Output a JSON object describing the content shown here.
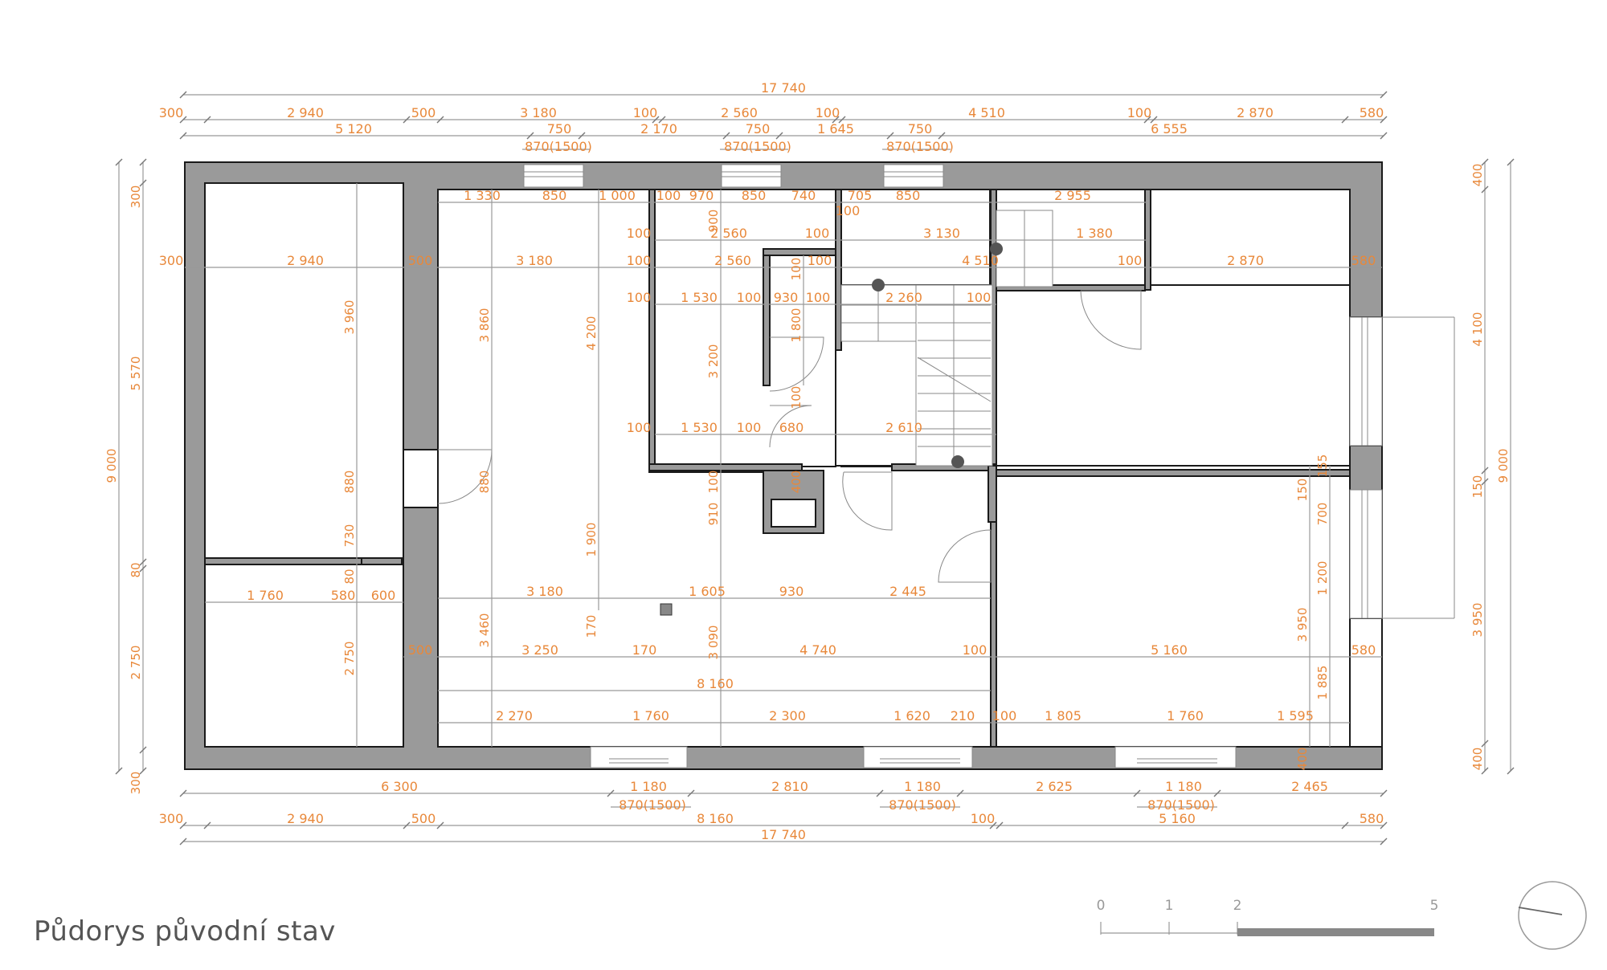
{
  "title": "Půdorys původní stav",
  "scale_bar": {
    "labels": [
      "0",
      "1",
      "2",
      "5"
    ]
  },
  "colors": {
    "dimension": "#e8883a",
    "wall": "#9a9a9a",
    "line": "#1a1a1a"
  },
  "dims_top": {
    "total": "17 740",
    "row1": [
      "300",
      "2 940",
      "500",
      "3 180",
      "100",
      "2 560",
      "100",
      "4 510",
      "100",
      "2 870",
      "580"
    ],
    "row2": [
      "5 120",
      "750",
      "2 170",
      "750",
      "1 645",
      "750",
      "6 555"
    ],
    "windows": [
      "870(1500)",
      "870(1500)",
      "870(1500)"
    ]
  },
  "dims_bottom": {
    "row1": [
      "6 300",
      "1 180",
      "2 810",
      "1 180",
      "2 625",
      "1 180",
      "2 465"
    ],
    "windows": [
      "870(1500)",
      "870(1500)",
      "870(1500)"
    ],
    "row2": [
      "300",
      "2 940",
      "500",
      "8 160",
      "100",
      "5 160",
      "580"
    ],
    "total": "17 740"
  },
  "dims_left": [
    "300",
    "5 570",
    "9 000",
    "80",
    "2 750",
    "300"
  ],
  "dims_right": [
    "400",
    "4 100",
    "9 000",
    "150",
    "3 950",
    "400"
  ],
  "dims_interior": [
    "1 330",
    "850",
    "1 000",
    "100",
    "970",
    "850",
    "740",
    "705",
    "850",
    "2 955",
    "100",
    "100",
    "2 560",
    "100",
    "3 130",
    "1 380",
    "300",
    "2 940",
    "500",
    "3 180",
    "100",
    "2 560",
    "100",
    "4 510",
    "100",
    "2 870",
    "580",
    "100",
    "1 530",
    "100",
    "930",
    "100",
    "2 260",
    "100",
    "100",
    "1 530",
    "100",
    "680",
    "2 610",
    "3 180",
    "1 605",
    "930",
    "2 445",
    "1 760",
    "580",
    "600",
    "500",
    "3 250",
    "170",
    "4 740",
    "100",
    "5 160",
    "580",
    "8 160",
    "2 270",
    "1 760",
    "2 300",
    "1 620",
    "210",
    "100",
    "1 805",
    "1 760",
    "1 595",
    "3 960",
    "3 860",
    "4 200",
    "900",
    "3 200",
    "1 800",
    "100",
    "100",
    "400",
    "880",
    "880",
    "730",
    "80",
    "1 900",
    "910",
    "100",
    "3 460",
    "170",
    "3 090",
    "2 750",
    "150",
    "155",
    "700",
    "1 200",
    "3 950",
    "1 885",
    "400"
  ]
}
